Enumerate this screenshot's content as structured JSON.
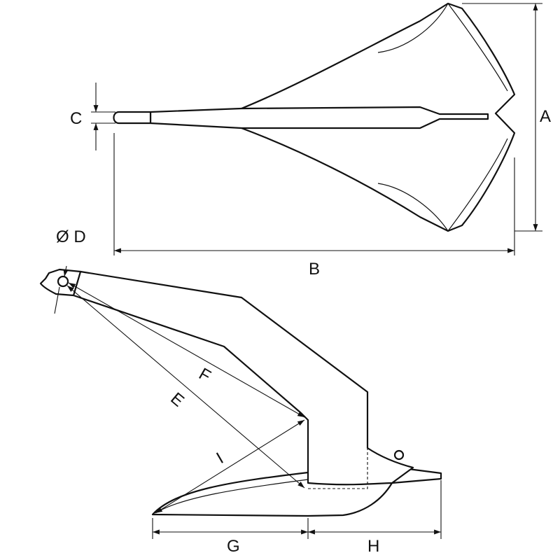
{
  "title": "Anchor dimension drawing",
  "labels": {
    "A": "A",
    "B": "B",
    "C": "C",
    "D": "Ø D",
    "E": "E",
    "F": "F",
    "G": "G",
    "H": "H",
    "I": "I"
  },
  "colors": {
    "line": "#111111",
    "background": "#ffffff"
  }
}
